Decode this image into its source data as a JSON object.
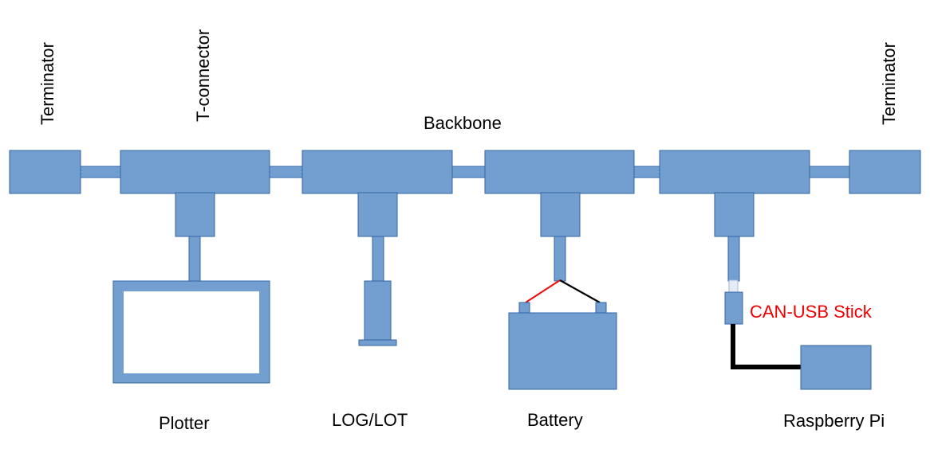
{
  "labels": {
    "terminator_left": "Terminator",
    "t_connector": "T-connector",
    "backbone": "Backbone",
    "terminator_right": "Terminator",
    "plotter": "Plotter",
    "log_lot": "LOG/LOT",
    "battery": "Battery",
    "can_usb_stick": "CAN-USB Stick",
    "raspberry_pi": "Raspberry Pi"
  },
  "colors": {
    "component_fill": "#729fcf",
    "component_stroke": "#3465a4",
    "cable": "#000000",
    "positive_wire": "#ee1111",
    "can_usb_label": "#ee0000",
    "plotter_screen": "#ffffff"
  }
}
